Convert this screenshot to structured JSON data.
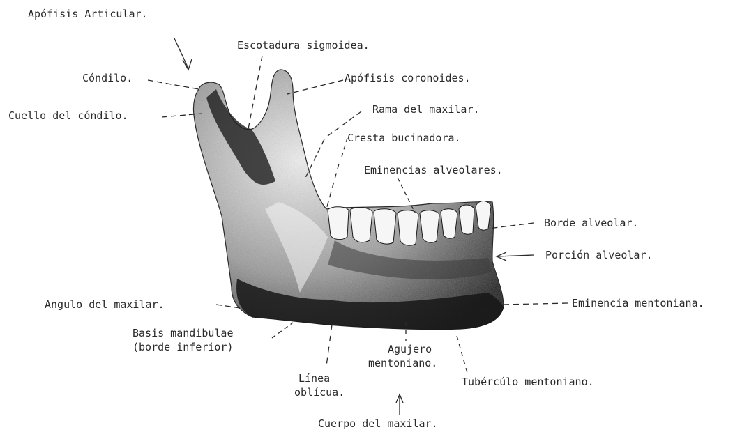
{
  "labels": {
    "apofisis_articular": "Apófisis Articular.",
    "escotadura_sigmoidea": "Escotadura sigmoidea.",
    "condilo": "Cóndilo.",
    "apofisis_coronoides": "Apófisis coronoides.",
    "cuello_condilo": "Cuello del cóndilo.",
    "rama_maxilar": "Rama del maxilar.",
    "cresta_bucinadora": "Cresta bucinadora.",
    "eminencias_alveolares": "Eminencias alveolares.",
    "borde_alveolar": "Borde alveolar.",
    "porcion_alveolar": "Porción alveolar.",
    "angulo_maxilar": "Angulo del maxilar.",
    "eminencia_mentoniana": "Eminencia mentoniana.",
    "basis_line1": "Basis mandibulae",
    "basis_line2": "(borde inferior)",
    "agujero_line1": "Agujero",
    "agujero_line2": "mentoniano.",
    "linea_line1": "Línea",
    "linea_line2": "oblícua.",
    "tuberculo": "Tubércúlo mentoniano.",
    "cuerpo": "Cuerpo del maxilar."
  },
  "colors": {
    "ink": "#2a2a2a",
    "bone_dark": "#1a1a1a",
    "bone_mid": "#6b6b6b",
    "bone_light": "#d8d8d8"
  }
}
